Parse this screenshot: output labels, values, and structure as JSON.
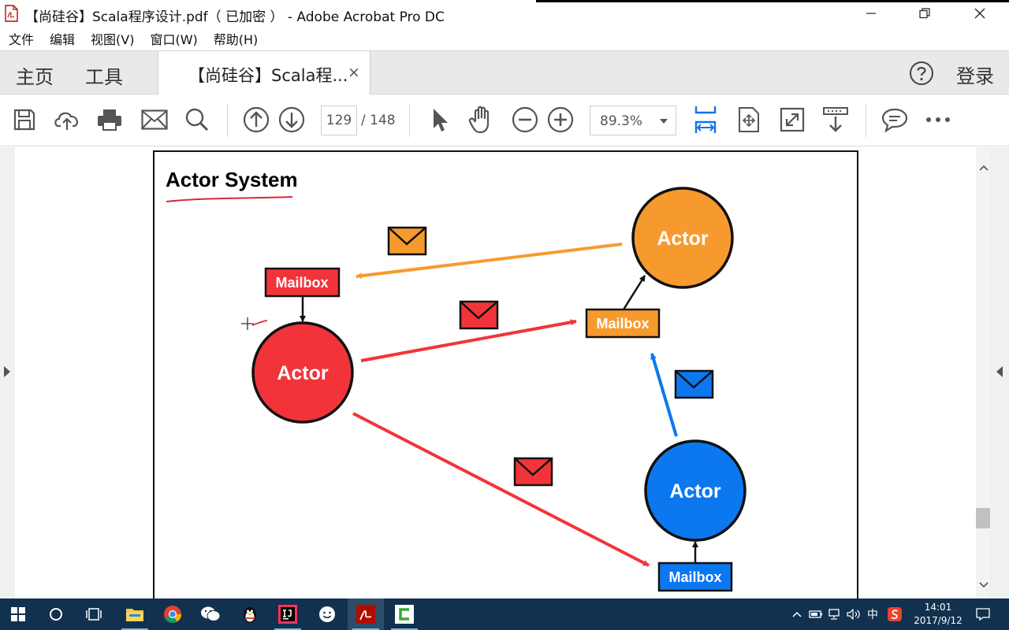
{
  "window": {
    "title": "【尚硅谷】Scala程序设计.pdf（ 已加密 ） - Adobe Acrobat Pro DC"
  },
  "menu": {
    "items": [
      "文件",
      "编辑",
      "视图(V)",
      "窗口(W)",
      "帮助(H)"
    ]
  },
  "tabs": {
    "home": "主页",
    "tools": "工具",
    "document": "【尚硅谷】Scala程...",
    "close": "×",
    "login": "登录"
  },
  "toolbar": {
    "page_current": "129",
    "page_total": "/ 148",
    "zoom": "89.3%"
  },
  "slide": {
    "title": "Actor System",
    "nodes": {
      "actor_label": "Actor",
      "mailbox_label": "Mailbox"
    },
    "colors": {
      "red": "#f2343a",
      "orange": "#f79a2e",
      "blue": "#0b78f0",
      "annotation": "#d9273a"
    }
  },
  "taskbar": {
    "ime": "中",
    "time": "14:01",
    "date": "2017/9/12",
    "accent": "#11314f"
  }
}
